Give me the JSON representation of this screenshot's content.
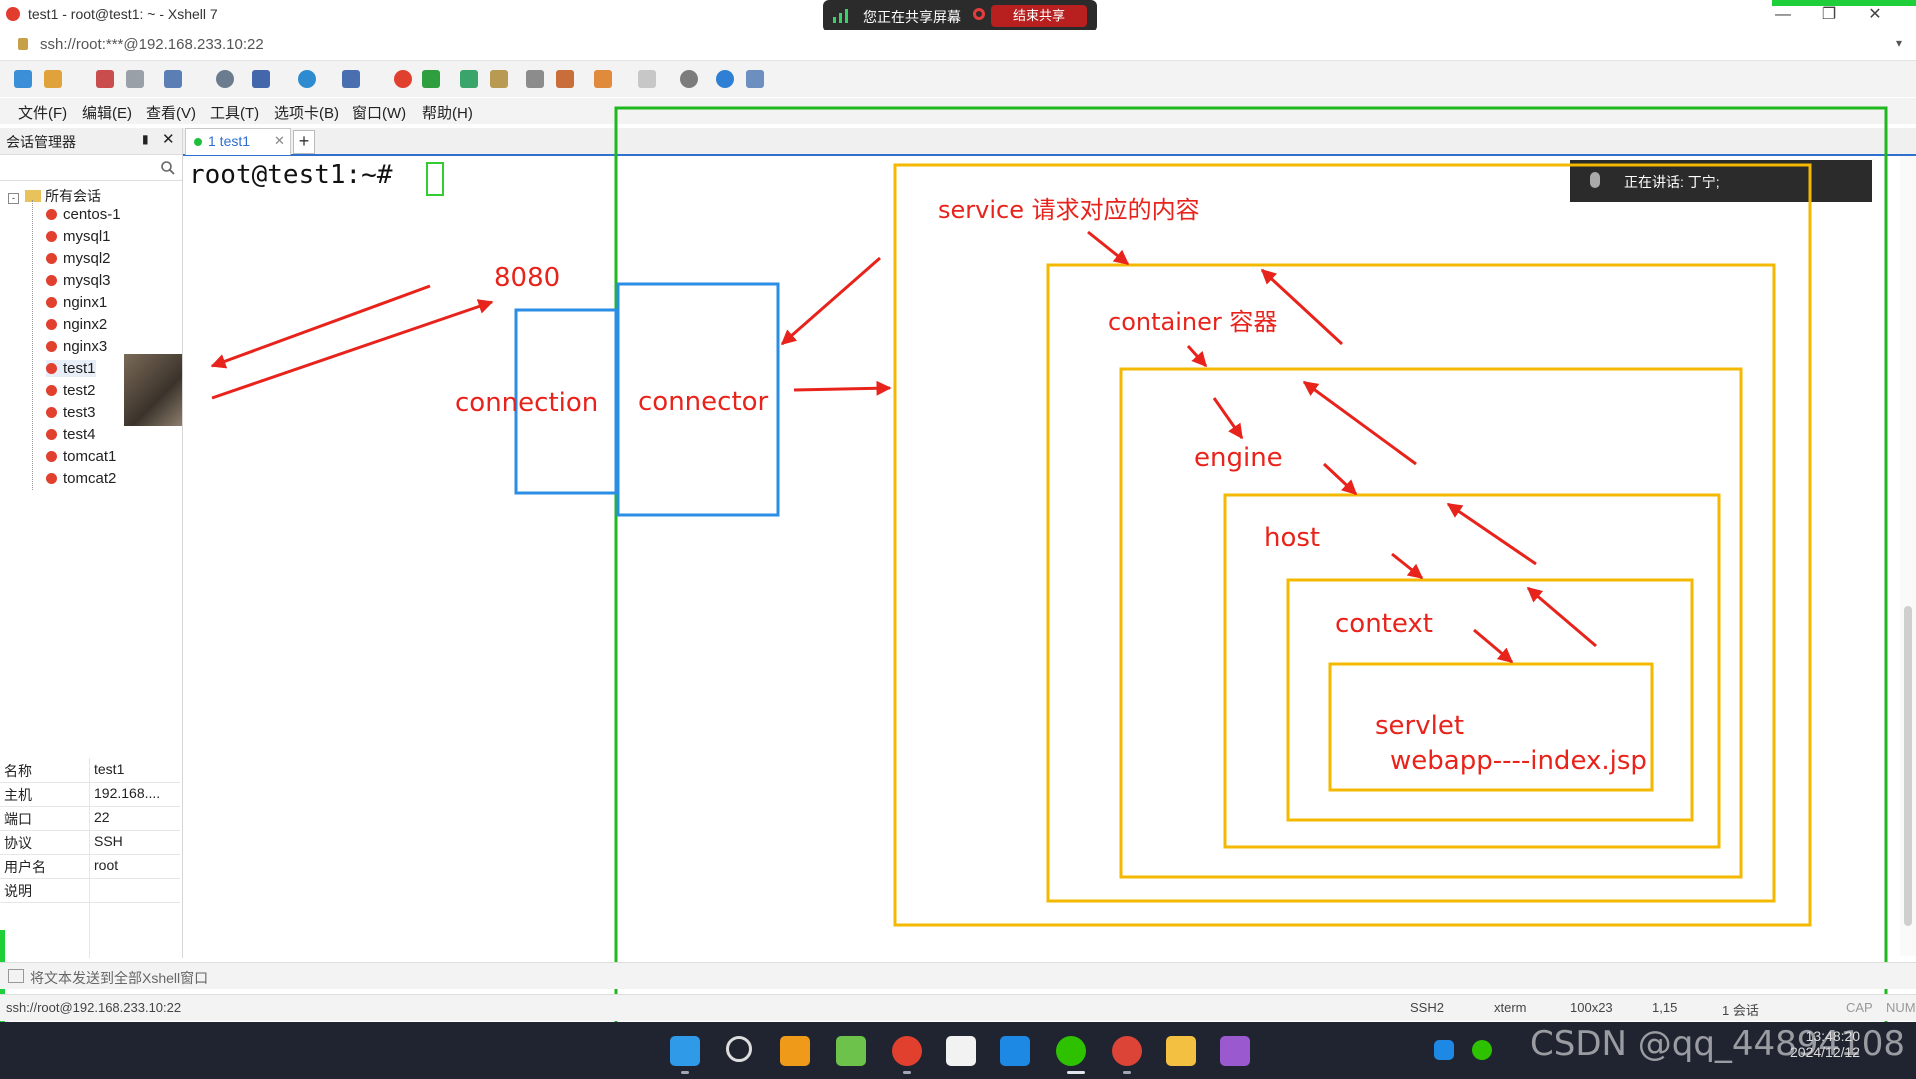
{
  "window": {
    "title": "test1 - root@test1: ~ - Xshell 7",
    "address": "ssh://root:***@192.168.233.10:22"
  },
  "share_banner": {
    "text": "您正在共享屏幕",
    "stop_label": "结束共享"
  },
  "speaking": {
    "text": "正在讲话:  丁宁;"
  },
  "toolbar": {
    "icons": [
      "new-session-icon",
      "open-folder-icon",
      "disconnect-icon",
      "reconnect-icon",
      "properties-icon",
      "find-icon",
      "layout-icon",
      "globe-icon",
      "font-icon",
      "xshell-icon",
      "xftp-icon",
      "fullscreen-icon",
      "lock-icon",
      "keyboard-icon",
      "pen-icon",
      "add-icon",
      "layout2-icon",
      "settings-icon",
      "help-icon",
      "chat-icon"
    ]
  },
  "menu": {
    "items": [
      "文件(F)",
      "编辑(E)",
      "查看(V)",
      "工具(T)",
      "选项卡(B)",
      "窗口(W)",
      "帮助(H)"
    ]
  },
  "session_panel": {
    "title": "会话管理器",
    "root_label": "所有会话",
    "sessions": [
      "centos-1",
      "mysql1",
      "mysql2",
      "mysql3",
      "nginx1",
      "nginx2",
      "nginx3",
      "test1",
      "test2",
      "test3",
      "test4",
      "tomcat1",
      "tomcat2"
    ],
    "selected": "test1"
  },
  "properties": [
    {
      "key": "名称",
      "value": "test1"
    },
    {
      "key": "主机",
      "value": "192.168...."
    },
    {
      "key": "端口",
      "value": "22"
    },
    {
      "key": "协议",
      "value": "SSH"
    },
    {
      "key": "用户名",
      "value": "root"
    },
    {
      "key": "说明",
      "value": ""
    }
  ],
  "tabs": [
    {
      "label": "1 test1"
    }
  ],
  "terminal": {
    "prompt": "root@test1:~#"
  },
  "annotations": {
    "port": "8080",
    "connection": "connection",
    "connector": "connector",
    "service": "service  请求对应的内容",
    "container": "container  容器",
    "engine": "engine",
    "host": "host",
    "context": "context",
    "servlet": "servlet",
    "webapp": "webapp----index.jsp"
  },
  "colors": {
    "annotation_red": "#e8231b",
    "box_blue": "#2b8ee6",
    "box_orange": "#f5b800",
    "box_green": "#1fb81f"
  },
  "sendbar": {
    "text": "将文本发送到全部Xshell窗口"
  },
  "status": {
    "address": "ssh://root@192.168.233.10:22",
    "protocol": "SSH2",
    "terminal": "xterm",
    "size": "100x23",
    "position": "1,15",
    "sessions": "1 会话",
    "cap": "CAP",
    "num": "NUM"
  },
  "taskbar": {
    "watermark": "CSDN @qq_44894108",
    "time": "13:48:20",
    "date": "2024/12/12"
  }
}
